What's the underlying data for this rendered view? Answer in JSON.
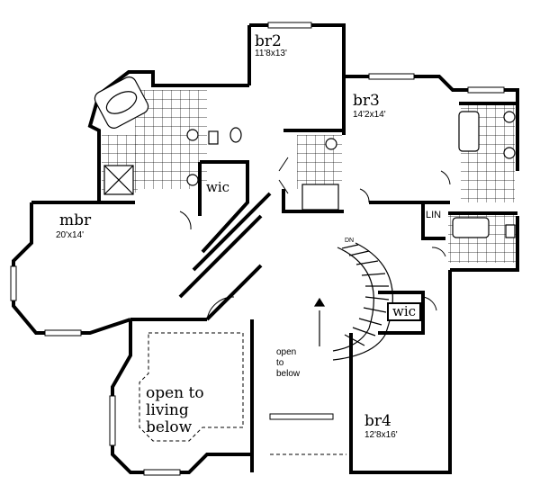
{
  "rooms": {
    "br2": {
      "name": "br2",
      "dims": "11'8x13'"
    },
    "br3": {
      "name": "br3",
      "dims": "14'2x14'"
    },
    "mbr": {
      "name": "mbr",
      "dims": "20'x14'"
    },
    "br4": {
      "name": "br4",
      "dims": "12'8x16'"
    }
  },
  "closets": {
    "wic_master": "wic",
    "wic_hall": "wic",
    "linen": "LIN"
  },
  "stair": {
    "down": "DN"
  },
  "open_areas": {
    "living": [
      "open to",
      "living",
      "below"
    ],
    "stair_well": [
      "open",
      "to",
      "below"
    ]
  },
  "colors": {
    "wall": "#000000",
    "grid": "#000000",
    "background": "#ffffff"
  }
}
